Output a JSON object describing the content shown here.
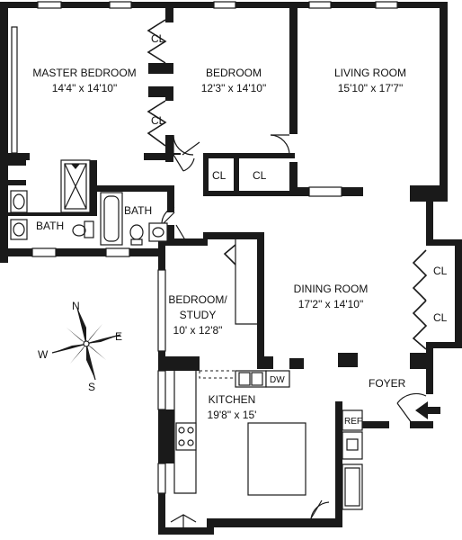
{
  "rooms": {
    "master_bedroom": {
      "name": "MASTER BEDROOM",
      "size": "14'4\" x 14'10\""
    },
    "bedroom": {
      "name": "BEDROOM",
      "size": "12'3\" x 14'10\""
    },
    "living_room": {
      "name": "LIVING ROOM",
      "size": "15'10\" x 17'7\""
    },
    "dining_room": {
      "name": "DINING ROOM",
      "size": "17'2\" x 14'10\""
    },
    "bedroom_study": {
      "name_line1": "BEDROOM/",
      "name_line2": "STUDY",
      "size": "10' x 12'8\""
    },
    "kitchen": {
      "name": "KITCHEN",
      "size": "19'8\" x 15'"
    },
    "bath_left": {
      "name": "BATH"
    },
    "bath_right": {
      "name": "BATH"
    },
    "foyer": {
      "name": "FOYER"
    }
  },
  "closets": [
    "CL",
    "CL",
    "CL",
    "CL",
    "CL",
    "CL"
  ],
  "appliances": {
    "dishwasher": "DW",
    "refrigerator": "REF"
  },
  "compass": {
    "north": "N",
    "east": "E",
    "south": "S",
    "west": "W"
  },
  "colors": {
    "wall": "#1a1a1a",
    "background": "#ffffff"
  }
}
